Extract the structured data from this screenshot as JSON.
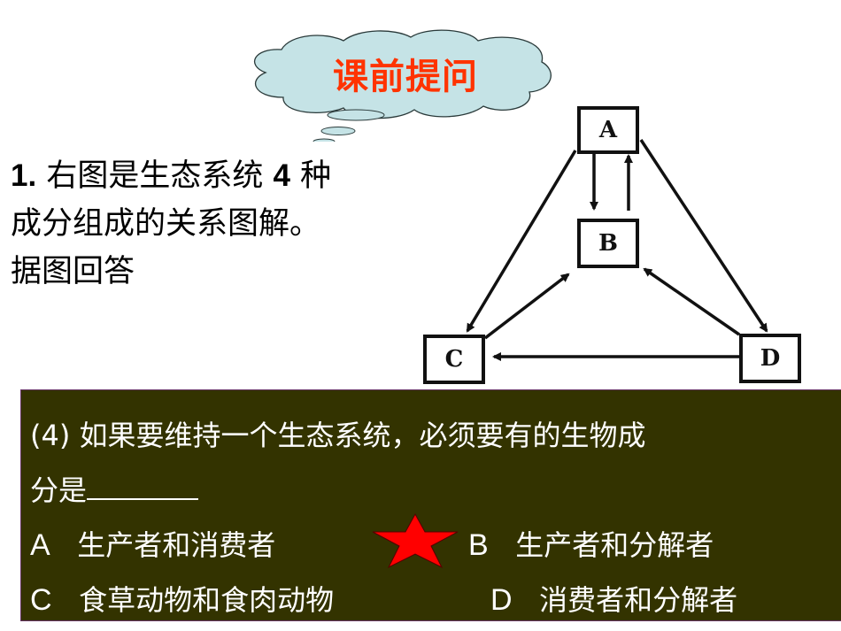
{
  "cloud": {
    "title": "课前提问",
    "title_color": "#ff3300",
    "fill_color": "#c5e3e6"
  },
  "intro": {
    "number": "1.",
    "line1": "右图是生态系统",
    "count": "4",
    "line1_end": "种",
    "line2": "成分组成的关系图解。",
    "line3": "据图回答"
  },
  "diagram": {
    "nodes": [
      {
        "id": "A",
        "label": "A"
      },
      {
        "id": "B",
        "label": "B"
      },
      {
        "id": "C",
        "label": "C"
      },
      {
        "id": "D",
        "label": "D"
      }
    ],
    "edges": [
      {
        "from": "A",
        "to": "B"
      },
      {
        "from": "B",
        "to": "A"
      },
      {
        "from": "A",
        "to": "C"
      },
      {
        "from": "A",
        "to": "D"
      },
      {
        "from": "C",
        "to": "B"
      },
      {
        "from": "D",
        "to": "B"
      },
      {
        "from": "D",
        "to": "C"
      }
    ]
  },
  "question": {
    "prompt_line1": "(4) 如果要维持一个生态系统，必须要有的生物成",
    "prompt_line2": "分是",
    "background": "#333300",
    "options": [
      {
        "letter": "A",
        "text": "生产者和消费者"
      },
      {
        "letter": "B",
        "text": "生产者和分解者"
      },
      {
        "letter": "C",
        "text": "食草动物和食肉动物"
      },
      {
        "letter": "D",
        "text": "消费者和分解者"
      }
    ],
    "marked_answer": "B",
    "marker": "star-icon",
    "marker_color": "#ff0000"
  }
}
